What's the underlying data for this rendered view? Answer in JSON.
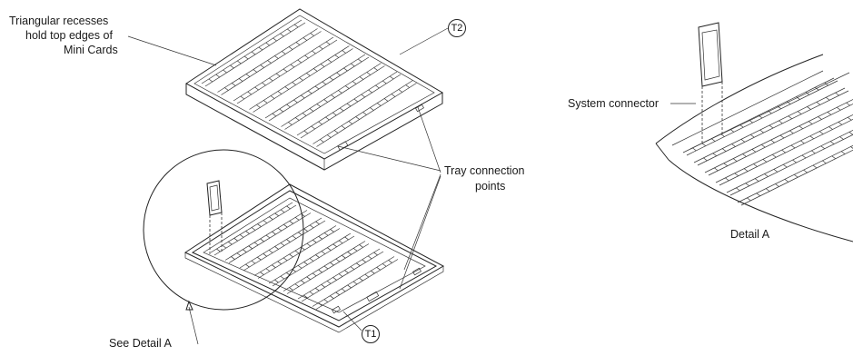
{
  "labels": {
    "recess_line1": "Triangular recesses",
    "recess_line2": "hold top edges of",
    "recess_line3": "Mini Cards",
    "tray_connection_line1": "Tray connection",
    "tray_connection_line2": "points",
    "see_detail": "See Detail A",
    "system_connector": "System connector",
    "detail_caption": "Detail A"
  },
  "callouts": {
    "top_tray": "T2",
    "bottom_tray": "T1"
  }
}
